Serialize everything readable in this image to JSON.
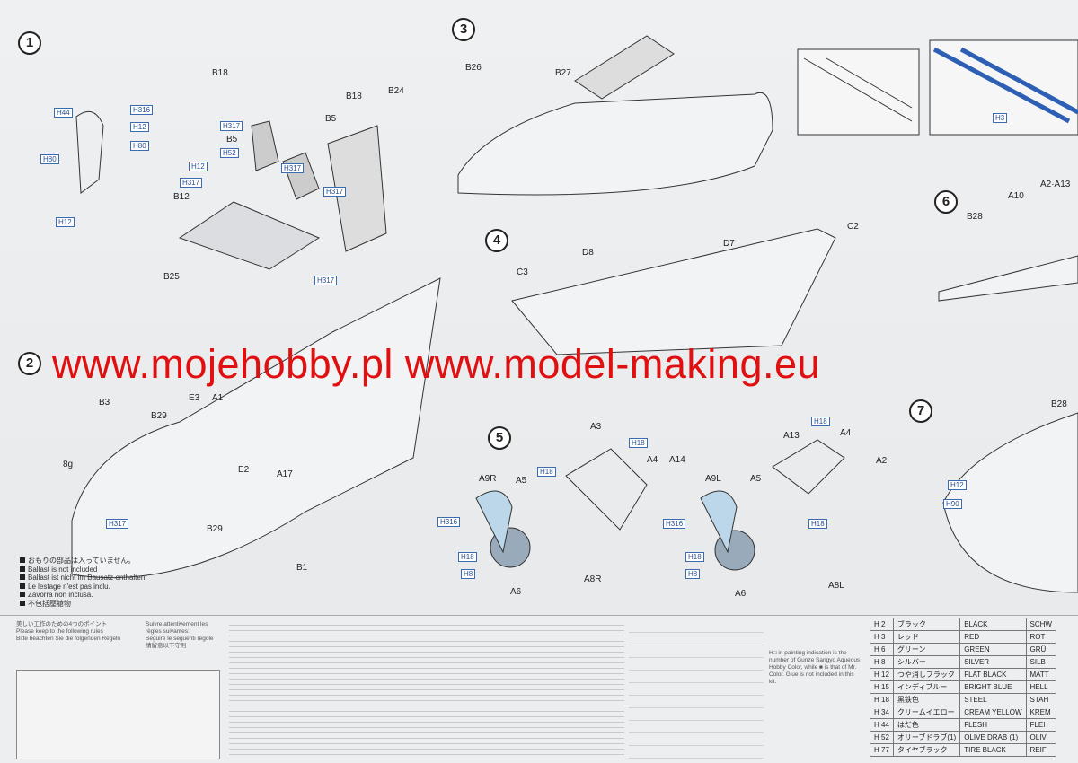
{
  "steps": [
    "1",
    "2",
    "3",
    "4",
    "5",
    "6",
    "7"
  ],
  "watermark": "www.mojehobby.pl www.model-making.eu",
  "step1_labels": [
    "H44",
    "H316",
    "H12",
    "H80",
    "H80",
    "H12",
    "B18",
    "B18",
    "B24",
    "B5",
    "B5",
    "H317",
    "H52",
    "H12",
    "H317",
    "B12",
    "H317",
    "H317",
    "B25",
    "H317"
  ],
  "step2_labels": [
    "B3",
    "B29",
    "E3",
    "A1",
    "E2",
    "A17",
    "B29",
    "B1",
    "8g",
    "H317"
  ],
  "step3_labels": [
    "B26",
    "B27"
  ],
  "step4_labels": [
    "D7",
    "C2",
    "D8",
    "C3"
  ],
  "step5_labels": [
    "A3",
    "H18",
    "A14",
    "A4",
    "A9R",
    "A5",
    "H18",
    "H316",
    "H18",
    "H8",
    "A6",
    "A8R",
    "A9L",
    "A5",
    "A13",
    "H18",
    "A4",
    "A2",
    "H316",
    "H18",
    "H8",
    "A6",
    "A8L",
    "H18"
  ],
  "step6_labels": [
    "A10",
    "A2·A13",
    "B28",
    "H3"
  ],
  "step7_labels": [
    "B28",
    "H12",
    "H90"
  ],
  "ballast_notes": [
    "おもりの部品は入っていません。",
    "Ballast is not included",
    "Ballast ist nicht im Bausatz enthalten.",
    "Le lestage n'est pas inclu.",
    "Zavorra non inclusa.",
    "不包括壓艙物"
  ],
  "rules_headers": [
    "美しい工作のための4つのポイント",
    "Please keep to the following rules",
    "Bitte beachten Sie die folgenden Regeln",
    "Suivre attentivement les règles suivantes:",
    "Seguire le seguenti regole",
    "請留意以下守則"
  ],
  "paint_note": "H□ in painting indication is the number of Gunze Sangyo Aqueous Hobby Color, while ■ is that of Mr. Color. Glue is not included in this kit.",
  "color_table": [
    {
      "code": "H 2",
      "jp": "ブラック",
      "en": "BLACK",
      "de": "SCHW"
    },
    {
      "code": "H 3",
      "jp": "レッド",
      "en": "RED",
      "de": "ROT"
    },
    {
      "code": "H 6",
      "jp": "グリーン",
      "en": "GREEN",
      "de": "GRÜ"
    },
    {
      "code": "H 8",
      "jp": "シルバー",
      "en": "SILVER",
      "de": "SILB"
    },
    {
      "code": "H 12",
      "jp": "つや消しブラック",
      "en": "FLAT BLACK",
      "de": "MATT"
    },
    {
      "code": "H 15",
      "jp": "インディブルー",
      "en": "BRIGHT BLUE",
      "de": "HELL"
    },
    {
      "code": "H 18",
      "jp": "黒鉄色",
      "en": "STEEL",
      "de": "STAH"
    },
    {
      "code": "H 34",
      "jp": "クリームイエロー",
      "en": "CREAM YELLOW",
      "de": "KREM"
    },
    {
      "code": "H 44",
      "jp": "はだ色",
      "en": "FLESH",
      "de": "FLEI"
    },
    {
      "code": "H 52",
      "jp": "オリーブドラブ(1)",
      "en": "OLIVE DRAB (1)",
      "de": "OLIV"
    },
    {
      "code": "H 77",
      "jp": "タイヤブラック",
      "en": "TIRE BLACK",
      "de": "REIF"
    }
  ]
}
